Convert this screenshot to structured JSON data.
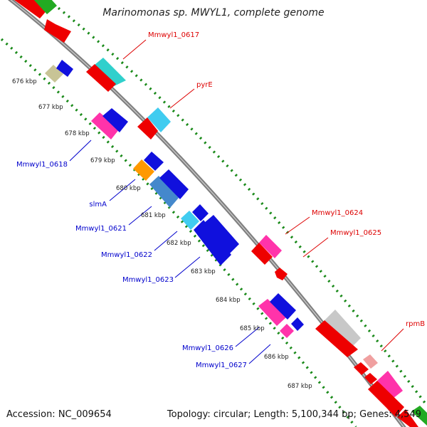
{
  "title": "Marinomonas sp. MWYL1, complete genome",
  "footer": {
    "accession": "Accession: NC_009654",
    "summary": "Topology: circular; Length: 5,100,344 bp; Genes: 4,549"
  },
  "colors": {
    "backbone": "#808080",
    "forward_label": "#dd0000",
    "reverse_label": "#0000cc",
    "track_dots": "#1a8a1a"
  },
  "ticks": [
    "676 kbp",
    "677 kbp",
    "678 kbp",
    "679 kbp",
    "680 kbp",
    "681 kbp",
    "682 kbp",
    "683 kbp",
    "684 kbp",
    "685 kbp",
    "686 kbp",
    "687 kbp"
  ],
  "gene_labels": {
    "forward": [
      "Mmwyl1_0617",
      "pyrE",
      "Mmwyl1_0624",
      "Mmwyl1_0625",
      "rpmB"
    ],
    "reverse": [
      "Mmwyl1_0618",
      "slmA",
      "Mmwyl1_0621",
      "Mmwyl1_0622",
      "Mmwyl1_0623",
      "Mmwyl1_0626",
      "Mmwyl1_0627"
    ]
  }
}
